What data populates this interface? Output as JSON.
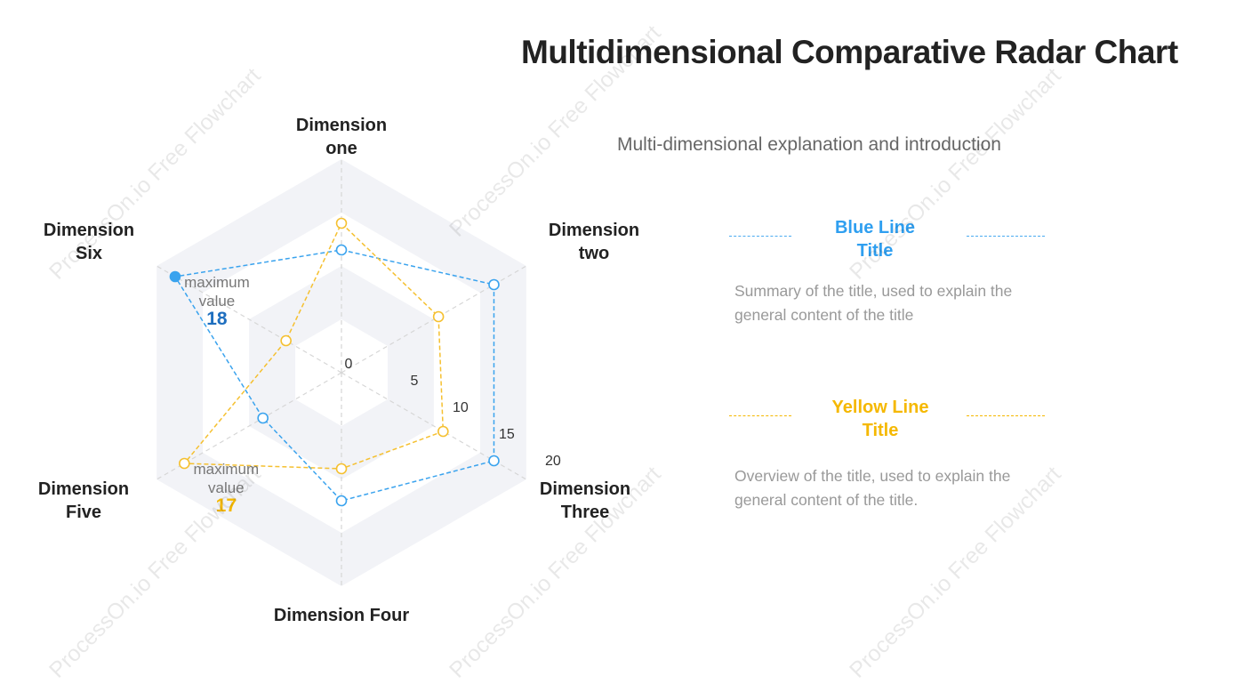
{
  "header": {
    "title": "Multidimensional Comparative Radar Chart",
    "subtitle": "Multi-dimensional explanation and introduction"
  },
  "legend": {
    "blue": {
      "title_line1": "Blue Line",
      "title_line2": "Title",
      "description": "Summary of the title, used to explain the general content of the title",
      "color": "#2f9ff0"
    },
    "yellow": {
      "title_line1": "Yellow Line",
      "title_line2": "Title",
      "description": "Overview of the title, used to explain the general content of the title.",
      "color": "#f5b800"
    }
  },
  "watermark": "ProcessOn.io Free Flowchart",
  "chart_data": {
    "type": "radar",
    "title": "Multidimensional Comparative Radar Chart",
    "axes": [
      [
        "Dimension",
        "one"
      ],
      [
        "Dimension",
        "two"
      ],
      [
        "Dimension",
        "Three"
      ],
      [
        "Dimension Four"
      ],
      [
        "Dimension",
        "Five"
      ],
      [
        "Dimension",
        "Six"
      ]
    ],
    "range": [
      0,
      20
    ],
    "ticks": [
      0,
      5,
      10,
      15,
      20
    ],
    "series": [
      {
        "values": [
          11.5,
          16.5,
          16.5,
          12,
          8.5,
          18
        ],
        "color": "#3aa3ee"
      },
      {
        "values": [
          14,
          10.5,
          11,
          9,
          17,
          6
        ],
        "color": "#f5c030"
      }
    ],
    "annotations": [
      {
        "series": 0,
        "axis": 5,
        "caption1": "maximum",
        "caption2": "value",
        "value": "18",
        "color": "#1f6fbf"
      },
      {
        "series": 1,
        "axis": 4,
        "caption1": "maximum",
        "caption2": "value",
        "value": "17",
        "color": "#f5b800"
      }
    ]
  }
}
